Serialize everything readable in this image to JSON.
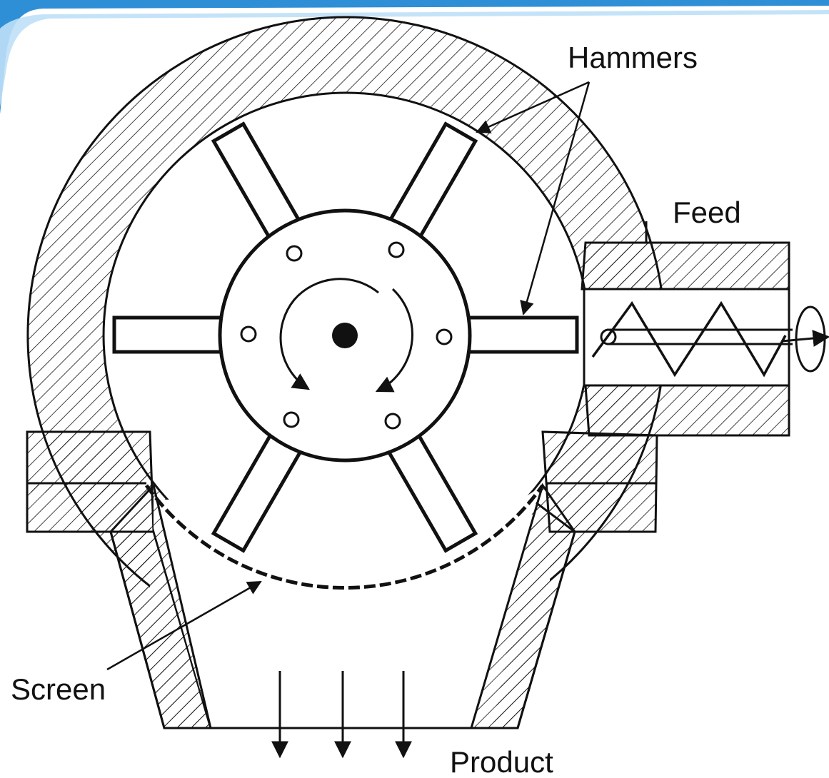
{
  "labels": {
    "hammers": "Hammers",
    "feed": "Feed",
    "screen": "Screen",
    "product": "Product"
  },
  "colors": {
    "ink": "#111111",
    "paper": "#ffffff",
    "corner_accent": "#2f8fd6"
  }
}
